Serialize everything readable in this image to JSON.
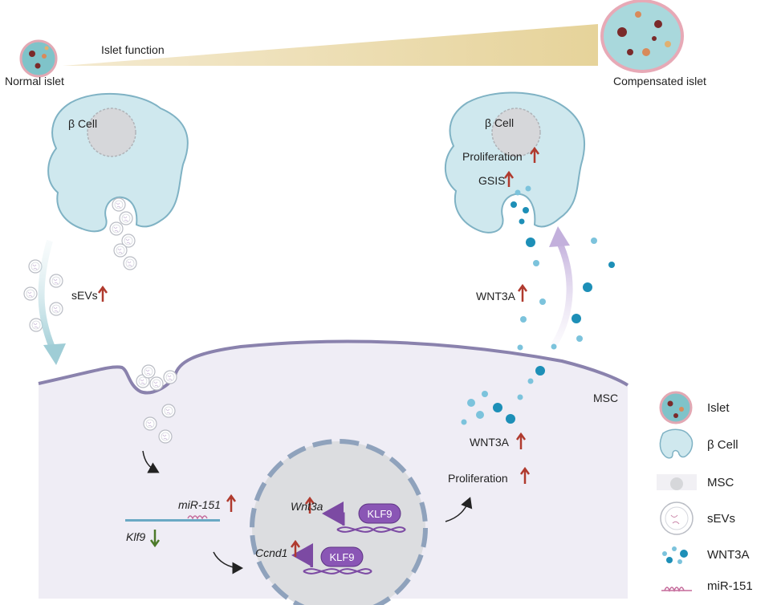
{
  "top": {
    "normal_islet": "Normal islet",
    "islet_function": "Islet function",
    "compensated_islet": "Compensated islet"
  },
  "left_cell": {
    "beta_cell": "β Cell",
    "sevs": "sEVs"
  },
  "right_cell": {
    "beta_cell": "β Cell",
    "proliferation": "Proliferation",
    "gsis": "GSIS",
    "wnt3a": "WNT3A"
  },
  "msc": {
    "label": "MSC",
    "wnt3a": "WNT3A",
    "proliferation": "Proliferation",
    "mir151": "miR-151",
    "klf9_gene": "Klf9",
    "wnt3a_gene": "Wnt3a",
    "ccnd1_gene": "Ccnd1",
    "klf9_protein_1": "KLF9",
    "klf9_protein_2": "KLF9"
  },
  "legend": {
    "items": [
      {
        "label": "Islet",
        "icon": "islet-icon"
      },
      {
        "label": "β Cell",
        "icon": "beta-cell-icon"
      },
      {
        "label": "MSC",
        "icon": "msc-icon"
      },
      {
        "label": "sEVs",
        "icon": "sev-icon"
      },
      {
        "label": "WNT3A",
        "icon": "wnt3a-icon"
      },
      {
        "label": "miR-151",
        "icon": "mir151-icon"
      }
    ]
  },
  "colors": {
    "beta_cell_fill": "#cfe8ee",
    "beta_cell_stroke": "#7fb2c4",
    "msc_fill": "#efedf5",
    "msc_membrane": "#8a82ad",
    "nucleus_fill": "#dcdde0",
    "nucleus_ring": "#8fa2bc",
    "up_arrow": "#b03a2e",
    "down_arrow": "#4c7a2a",
    "klf9": "#7c4aa3",
    "wnt3a_dot": "#1d8fb7",
    "wedge": "#ead9a6"
  }
}
